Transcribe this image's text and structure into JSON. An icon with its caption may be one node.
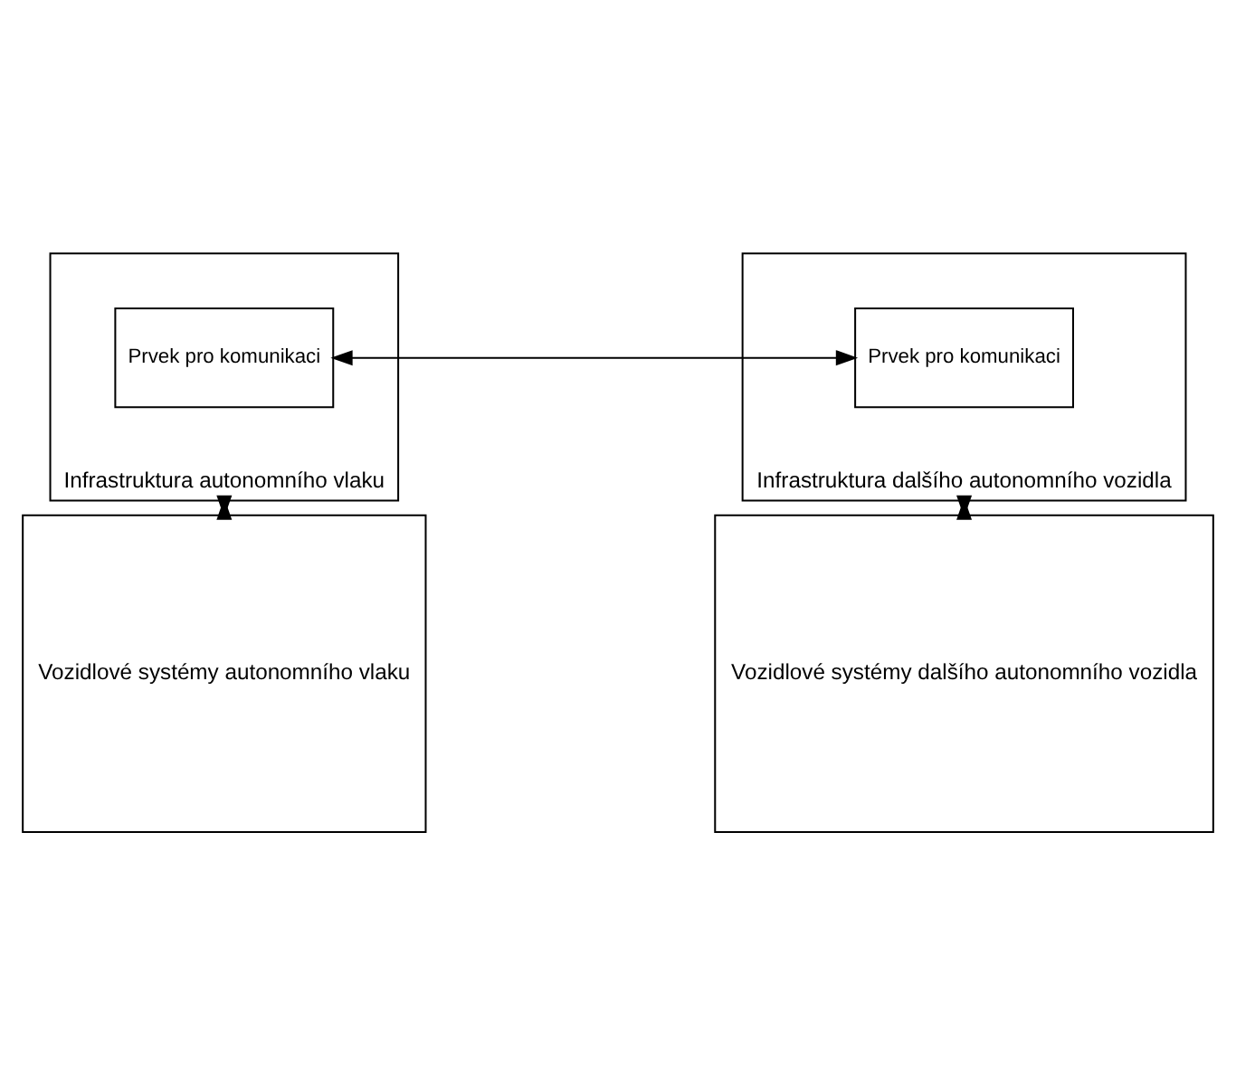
{
  "diagram": {
    "nodes": [
      {
        "text": [
          "Infrastruktura autonomního vlaku"
        ]
      },
      {
        "text": [
          "Prvek pro komunikaci"
        ],
        "in": 0
      },
      {
        "text": [
          "Infrastruktura dalšího autonomního vozidla"
        ]
      },
      {
        "text": [
          "Prvek pro komunikaci"
        ],
        "in": 2
      },
      {
        "text": [
          "Vozidlové systémy autonomního vlaku"
        ]
      },
      {
        "text": [
          "Vozidlové systémy dalšího autonomního vozidla"
        ]
      }
    ],
    "edges": [
      {
        "from": 1,
        "to": 3,
        "arrow": "both"
      },
      {
        "from": 0,
        "to": 4,
        "arrow": "both"
      },
      {
        "from": 2,
        "to": 5,
        "arrow": "both"
      }
    ]
  }
}
